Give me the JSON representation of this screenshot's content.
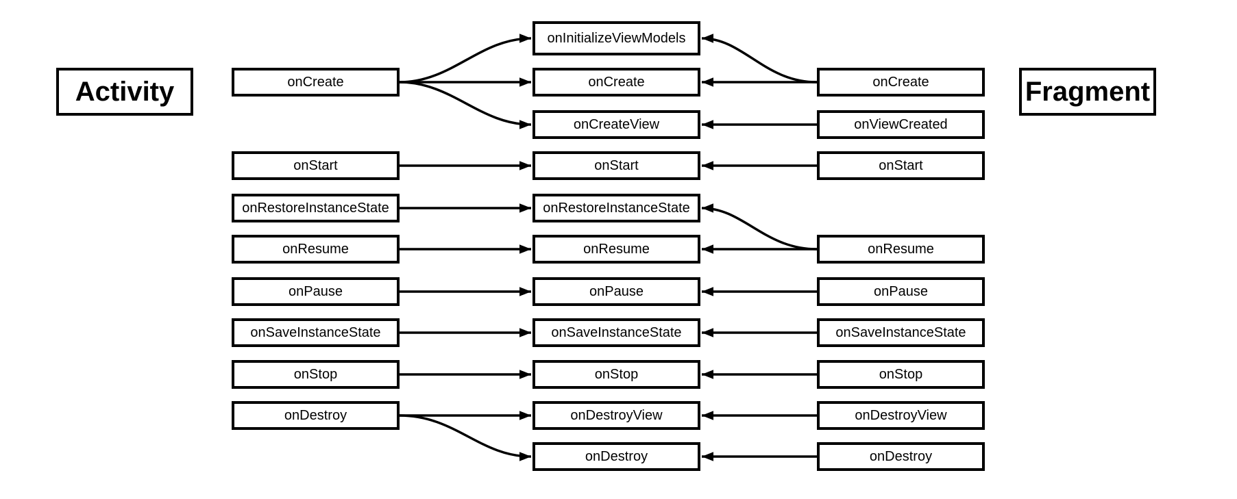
{
  "diagram": {
    "type": "lifecycle-flow-diagram",
    "left_title": "Activity",
    "right_title": "Fragment",
    "activity": [
      "onCreate",
      "onStart",
      "onRestoreInstanceState",
      "onResume",
      "onPause",
      "onSaveInstanceState",
      "onStop",
      "onDestroy"
    ],
    "shared": [
      "onInitializeViewModels",
      "onCreate",
      "onCreateView",
      "onStart",
      "onRestoreInstanceState",
      "onResume",
      "onPause",
      "onSaveInstanceState",
      "onStop",
      "onDestroyView",
      "onDestroy"
    ],
    "fragment": [
      "onCreate",
      "onViewCreated",
      "onStart",
      "onResume",
      "onPause",
      "onSaveInstanceState",
      "onStop",
      "onDestroyView",
      "onDestroy"
    ],
    "edges": [
      {
        "from": "activity.onCreate",
        "to": "shared.onInitializeViewModels"
      },
      {
        "from": "activity.onCreate",
        "to": "shared.onCreate"
      },
      {
        "from": "activity.onCreate",
        "to": "shared.onCreateView"
      },
      {
        "from": "activity.onStart",
        "to": "shared.onStart"
      },
      {
        "from": "activity.onRestoreInstanceState",
        "to": "shared.onRestoreInstanceState"
      },
      {
        "from": "activity.onResume",
        "to": "shared.onResume"
      },
      {
        "from": "activity.onPause",
        "to": "shared.onPause"
      },
      {
        "from": "activity.onSaveInstanceState",
        "to": "shared.onSaveInstanceState"
      },
      {
        "from": "activity.onStop",
        "to": "shared.onStop"
      },
      {
        "from": "activity.onDestroy",
        "to": "shared.onDestroyView"
      },
      {
        "from": "activity.onDestroy",
        "to": "shared.onDestroy"
      },
      {
        "from": "fragment.onCreate",
        "to": "shared.onInitializeViewModels"
      },
      {
        "from": "fragment.onCreate",
        "to": "shared.onCreate"
      },
      {
        "from": "fragment.onViewCreated",
        "to": "shared.onCreateView"
      },
      {
        "from": "fragment.onStart",
        "to": "shared.onStart"
      },
      {
        "from": "fragment.onResume",
        "to": "shared.onRestoreInstanceState"
      },
      {
        "from": "fragment.onResume",
        "to": "shared.onResume"
      },
      {
        "from": "fragment.onPause",
        "to": "shared.onPause"
      },
      {
        "from": "fragment.onSaveInstanceState",
        "to": "shared.onSaveInstanceState"
      },
      {
        "from": "fragment.onStop",
        "to": "shared.onStop"
      },
      {
        "from": "fragment.onDestroyView",
        "to": "shared.onDestroyView"
      },
      {
        "from": "fragment.onDestroy",
        "to": "shared.onDestroy"
      }
    ],
    "colors": {
      "background": "#ffffff",
      "box_fill": "#ffffff",
      "box_border": "#000000",
      "text": "#000000",
      "arrow": "#000000"
    }
  }
}
